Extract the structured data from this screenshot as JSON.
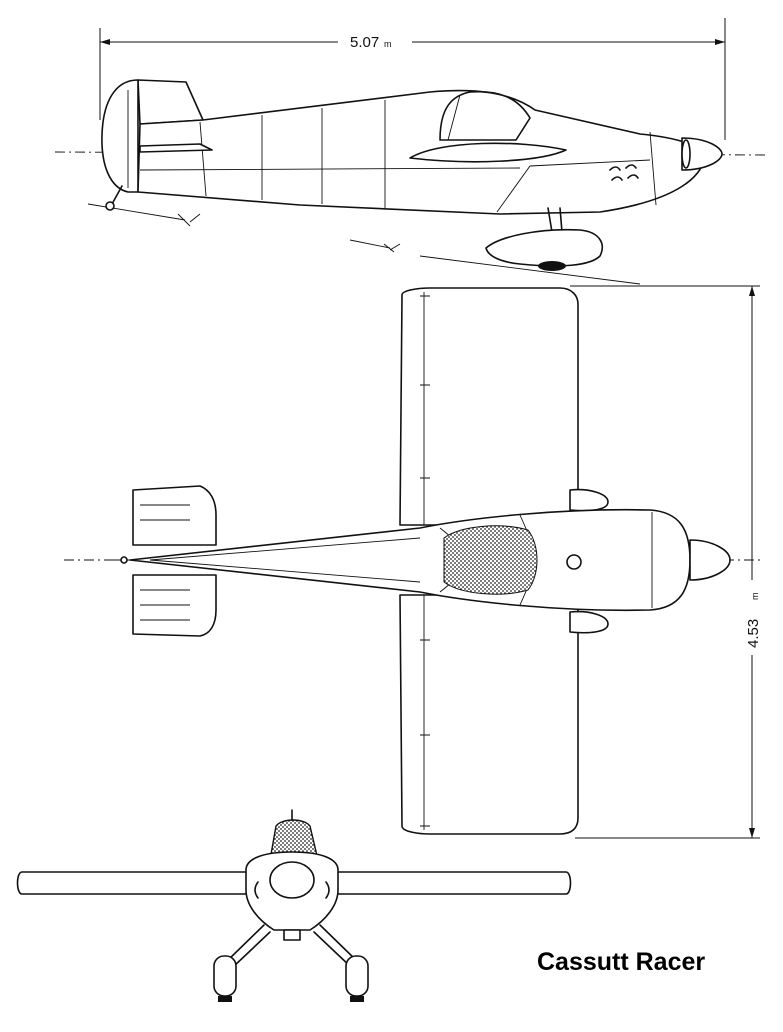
{
  "caption": "Cassutt Racer",
  "dimensions": {
    "length": {
      "value": "5.07",
      "unit": "m"
    },
    "span": {
      "value": "4.53",
      "unit": "m"
    }
  }
}
